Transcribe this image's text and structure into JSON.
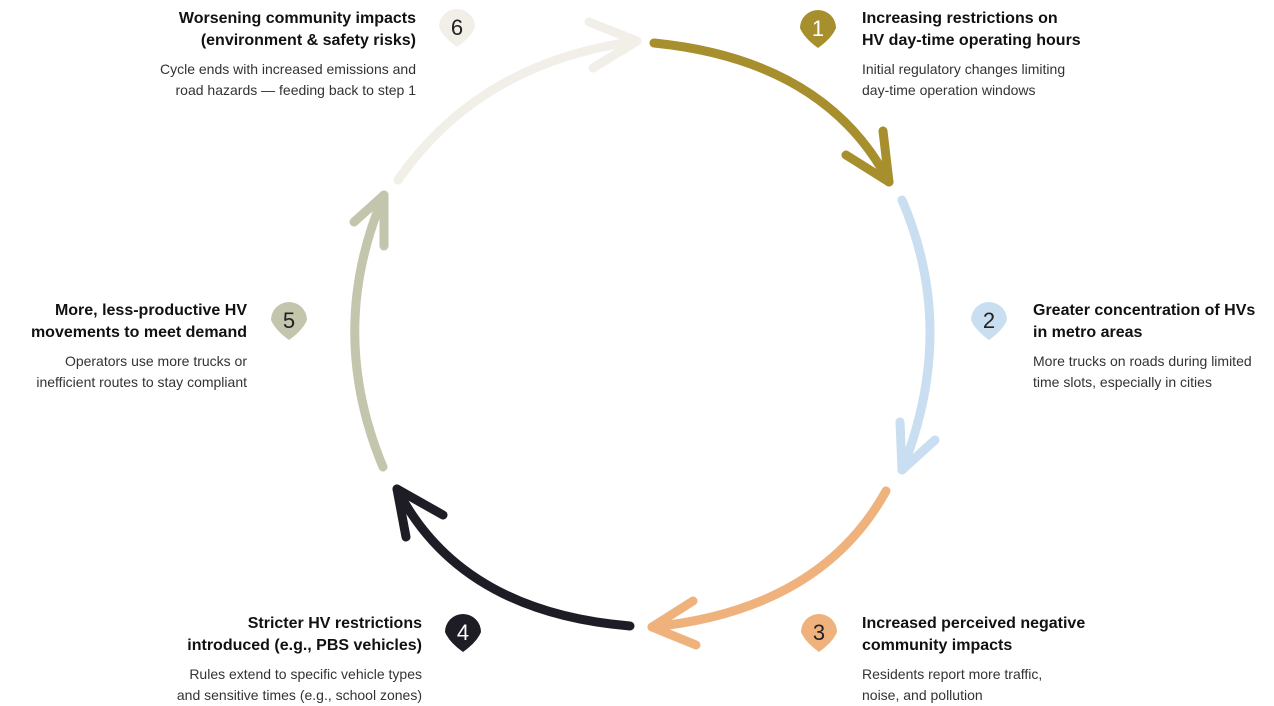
{
  "steps": [
    {
      "num": "1",
      "title1": "Increasing restrictions on",
      "title2": "HV day-time operating hours",
      "desc1": "Initial regulatory changes limiting",
      "desc2": "day-time operation windows",
      "color": "#a88f2e",
      "num_color": "#ffffff"
    },
    {
      "num": "2",
      "title1": "Greater concentration of HVs",
      "title2": "in metro areas",
      "desc1": "More trucks on roads during limited",
      "desc2": "time slots, especially in cities",
      "color": "#c9def0",
      "num_color": "#222222"
    },
    {
      "num": "3",
      "title1": "Increased perceived negative",
      "title2": "community impacts",
      "desc1": "Residents report more traffic,",
      "desc2": "noise, and pollution",
      "color": "#efb27c",
      "num_color": "#222222"
    },
    {
      "num": "4",
      "title1": "Stricter HV restrictions",
      "title2": "introduced (e.g., PBS vehicles)",
      "desc1": "Rules extend to specific vehicle types",
      "desc2": "and sensitive times (e.g., school zones)",
      "color": "#1e1d26",
      "num_color": "#ffffff"
    },
    {
      "num": "5",
      "title1": "More, less-productive HV",
      "title2": "movements to meet demand",
      "desc1": "Operators use more trucks or",
      "desc2": "inefficient routes to stay compliant",
      "color": "#c3c6ac",
      "num_color": "#222222"
    },
    {
      "num": "6",
      "title1": "Worsening community impacts",
      "title2": "(environment & safety risks)",
      "desc1": "Cycle ends with increased emissions and",
      "desc2": "road hazards — feeding back to step 1",
      "color": "#f1efe8",
      "num_color": "#222222"
    }
  ]
}
